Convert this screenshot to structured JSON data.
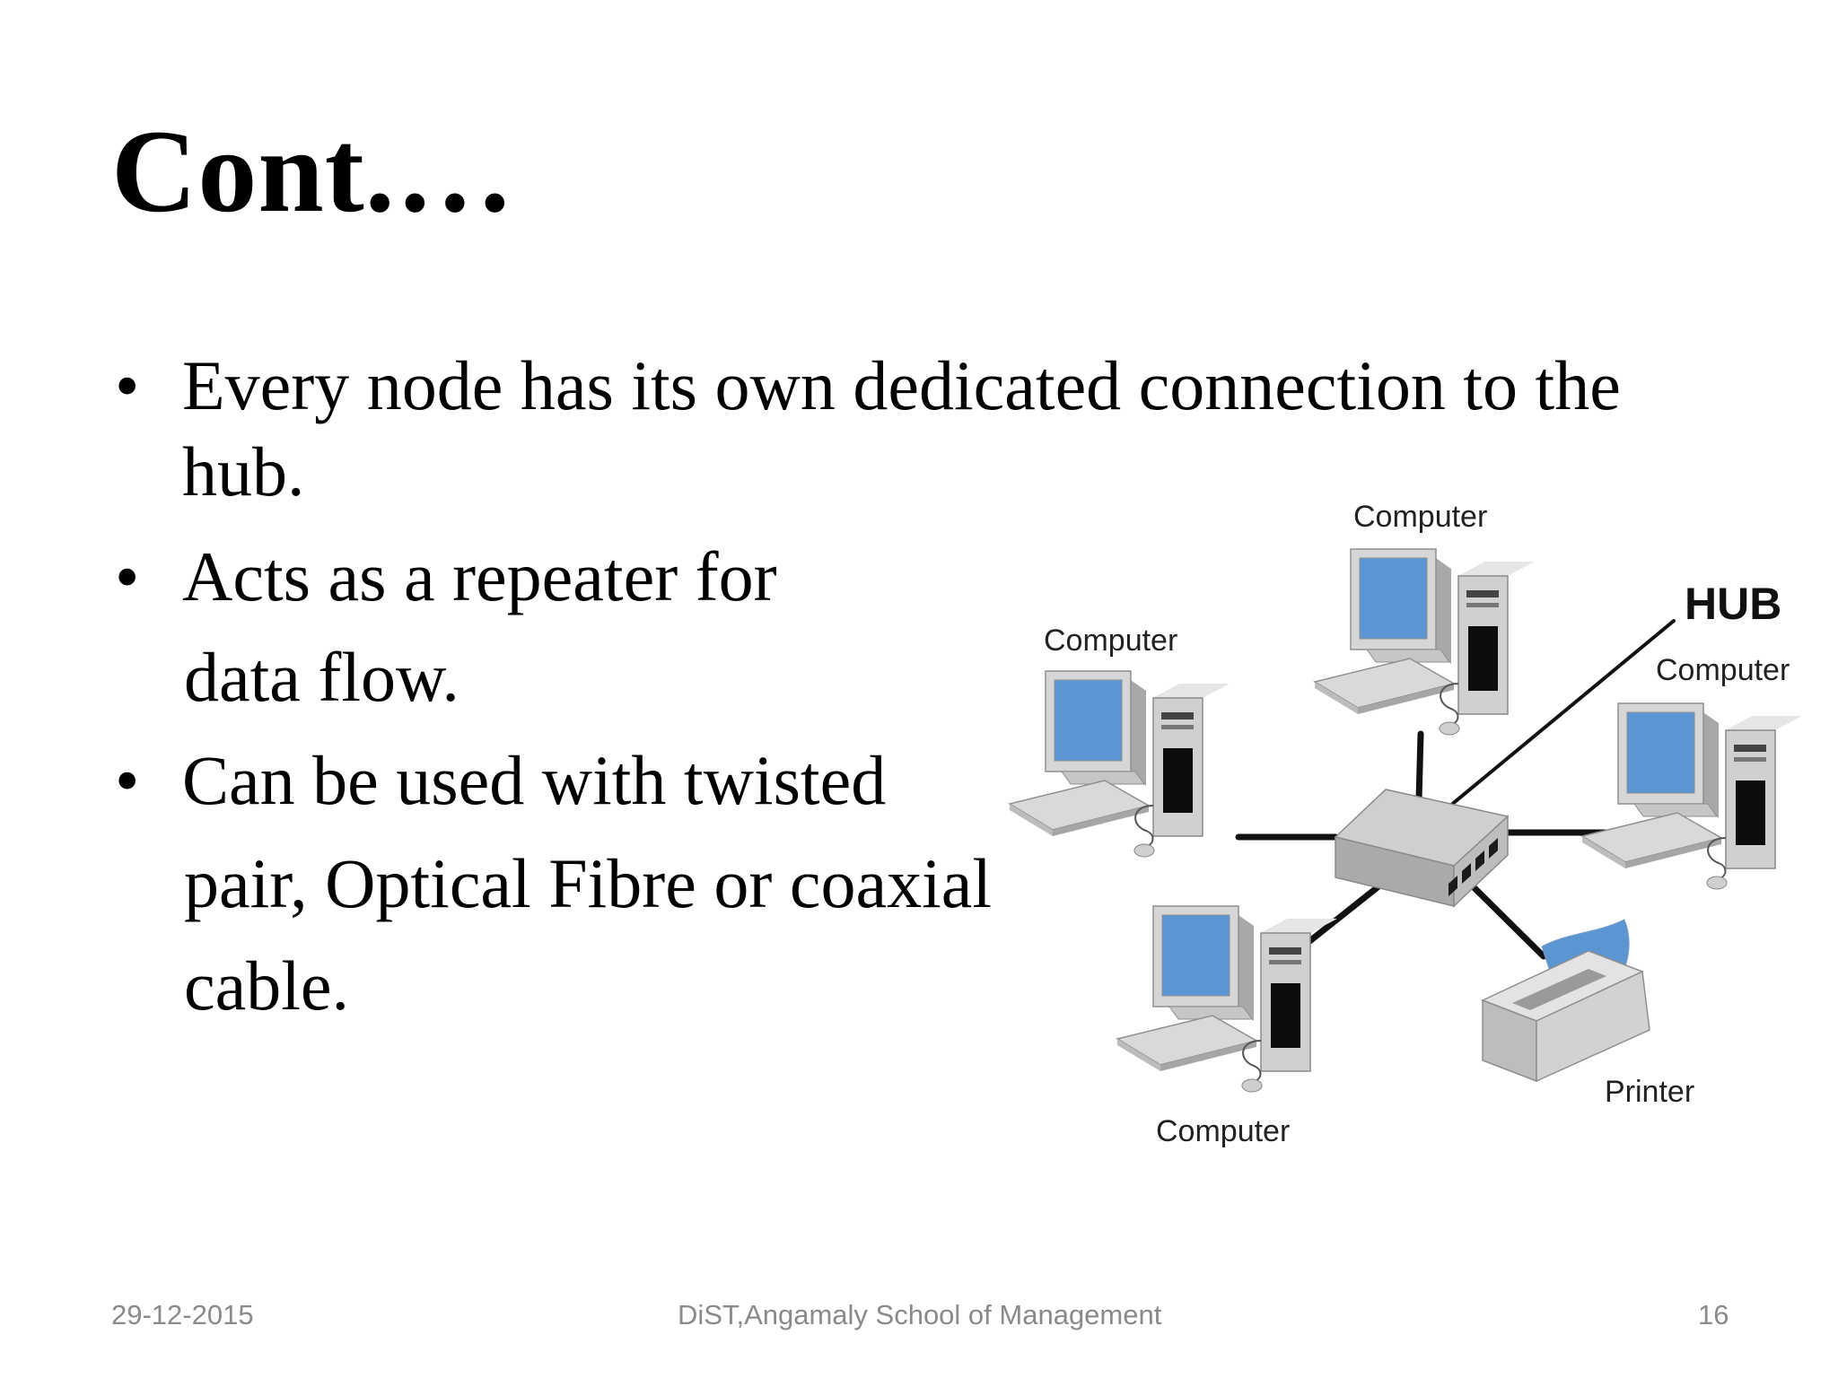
{
  "slide": {
    "title": "Cont.…",
    "bullets": [
      {
        "lines": [
          "Every node has its own dedicated connection to the",
          "hub."
        ]
      },
      {
        "lines": [
          "Acts as a repeater for",
          "data flow."
        ]
      },
      {
        "lines": [
          "Can be used with twisted",
          "pair, Optical Fibre or coaxial",
          "cable."
        ]
      }
    ],
    "bullet_symbol": "•"
  },
  "diagram": {
    "hub_label": "HUB",
    "labels": {
      "computer_top": "Computer",
      "computer_left": "Computer",
      "computer_right": "Computer",
      "computer_bottom": "Computer",
      "printer": "Printer"
    },
    "colors": {
      "screen": "#5b95d2",
      "device_light": "#d4d4d4",
      "device_mid": "#bdbdbd",
      "device_dark": "#9a9a9a",
      "cable": "#111111"
    }
  },
  "footer": {
    "date": "29-12-2015",
    "organization": "DiST,Angamaly  School of Management",
    "page_number": "16"
  }
}
